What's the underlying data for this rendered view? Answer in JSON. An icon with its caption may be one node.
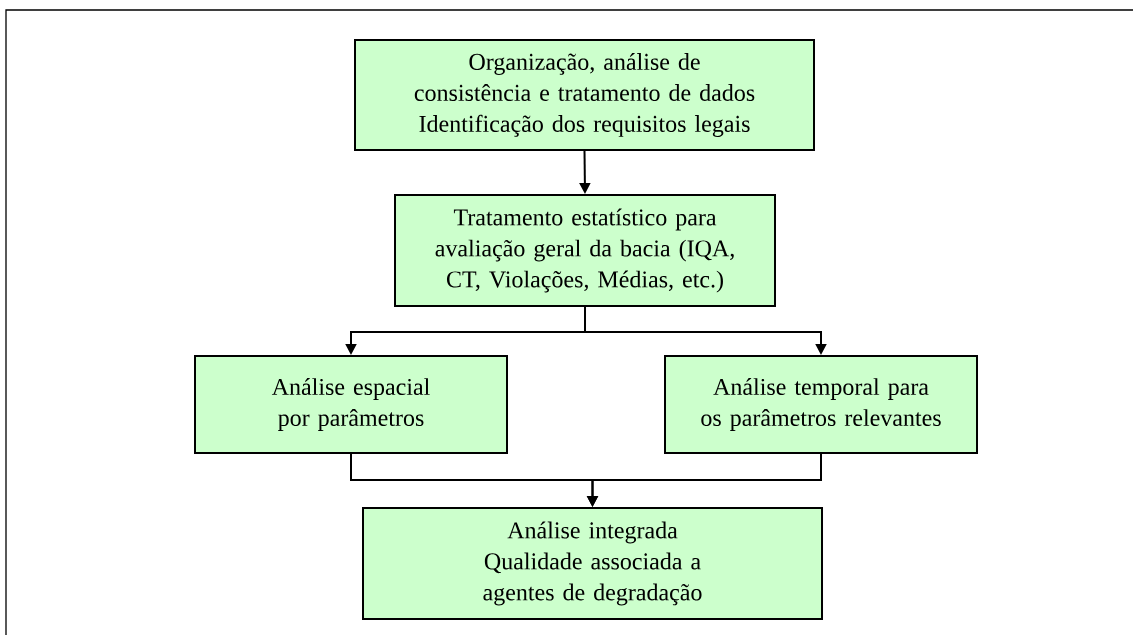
{
  "diagram": {
    "nodes": [
      {
        "text": [
          "Organização, análise de consistência e tratamento de dados",
          "Identificação dos requisitos legais"
        ]
      },
      {
        "text": [
          "Tratamento estatístico para avaliação geral da bacia (IQA, CT, Violações, Médias, etc.)"
        ]
      },
      {
        "text": [
          "Análise espacial por parâmetros"
        ]
      },
      {
        "text": [
          "Análise temporal para os parâmetros relevantes"
        ]
      },
      {
        "text": [
          "Análise integrada",
          "Qualidade associada a agentes de degradação"
        ]
      }
    ],
    "edges": [
      {
        "from": 0,
        "to": 1,
        "arrow": "to"
      },
      {
        "from": 1,
        "to": 2,
        "arrow": "to"
      },
      {
        "from": 1,
        "to": 3,
        "arrow": "to"
      },
      {
        "from": 2,
        "to": 4,
        "arrow": "to"
      },
      {
        "from": 3,
        "to": 4,
        "arrow": "to"
      }
    ]
  }
}
